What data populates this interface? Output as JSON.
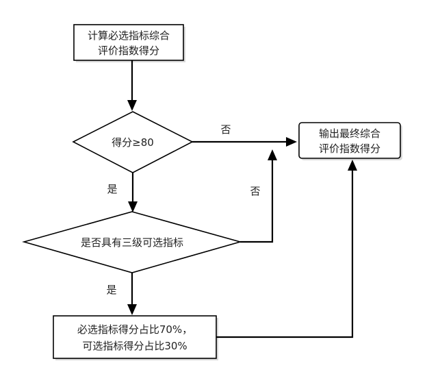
{
  "nodes": {
    "start": {
      "lines": [
        "计算必选指标综合",
        "评价指数得分"
      ]
    },
    "decision1": {
      "text": "得分≥80"
    },
    "output": {
      "lines": [
        "输出最终综合",
        "评价指数得分"
      ]
    },
    "decision2": {
      "text": "是否具有三级可选指标"
    },
    "weights": {
      "lines": [
        "必选指标得分占比70%，",
        "可选指标得分占比30%"
      ]
    }
  },
  "edges": {
    "d1_no": "否",
    "d1_yes": "是",
    "d2_no": "否",
    "d2_yes": "是"
  }
}
